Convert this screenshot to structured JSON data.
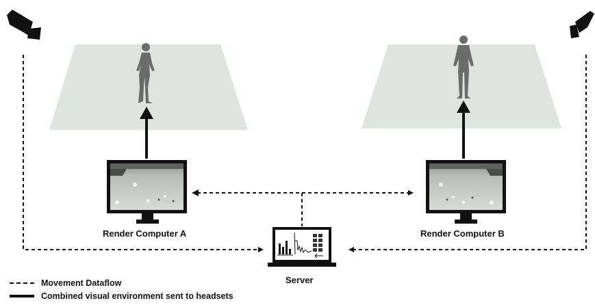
{
  "diagram": {
    "nodes": {
      "render_a": {
        "label": "Render Computer A"
      },
      "render_b": {
        "label": "Render Computer B"
      },
      "server": {
        "label": "Server"
      }
    },
    "legend": [
      {
        "style": "dashed",
        "label": "Movement Dataflow"
      },
      {
        "style": "solid",
        "label": "Combined visual environment sent to headsets"
      }
    ],
    "icons": {
      "camera_left": "video-camera-icon",
      "camera_right": "video-camera-icon",
      "person_left": "woman-figure-icon",
      "person_right": "man-figure-icon",
      "server": "laptop-icon"
    },
    "colors": {
      "floor": "#dfe4e0",
      "line": "#111111",
      "figure": "#6b6b6b",
      "screen_floor": "#c9cdc7"
    }
  }
}
